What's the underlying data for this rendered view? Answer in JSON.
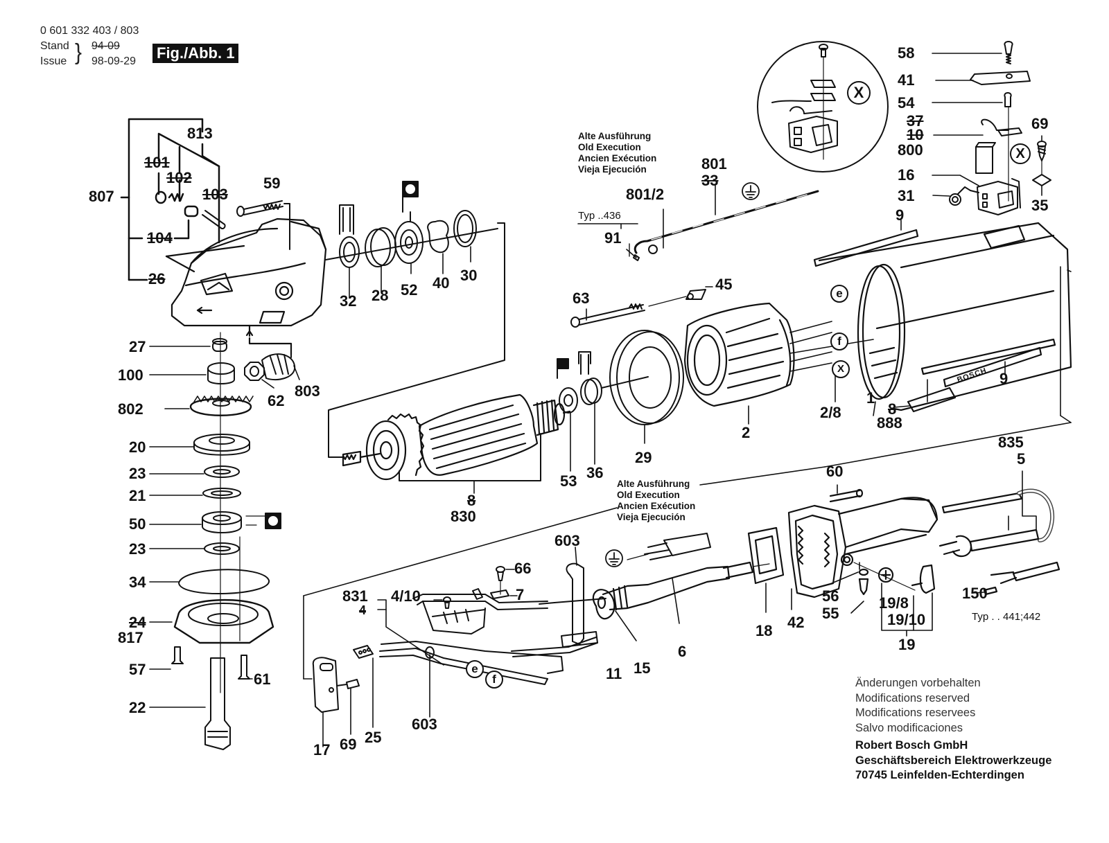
{
  "header": {
    "part_number": "0 601 332 403 / 803",
    "stand_label": "Stand",
    "issue_label": "Issue",
    "stand_date_old": "94-09",
    "issue_date": "98-09-29",
    "figure_label": "Fig./Abb. 1"
  },
  "old_execution_note": {
    "lines": [
      "Alte Ausführung",
      "Old Execution",
      "Ancien Exécution",
      "Vieja Ejecución"
    ]
  },
  "type_notes": {
    "typ_436": "Typ ..436",
    "typ_441_442": "Typ . . 441;442"
  },
  "symbols": {
    "x": "X",
    "e": "e",
    "f": "f",
    "ground": "earth-ground-symbol"
  },
  "parts": {
    "p813": "813",
    "p807": "807",
    "p101": "101",
    "p102": "102",
    "p103": "103",
    "p104": "104",
    "p26": "26",
    "p59": "59",
    "p32": "32",
    "p28": "28",
    "p52": "52",
    "p40": "40",
    "p30": "30",
    "p27": "27",
    "p100": "100",
    "p62": "62",
    "p803": "803",
    "p802": "802",
    "p20": "20",
    "p23a": "23",
    "p21": "21",
    "p50": "50",
    "p23b": "23",
    "p34": "34",
    "p24": "24",
    "p817": "817",
    "p57": "57",
    "p61": "61",
    "p22": "22",
    "p63": "63",
    "p45": "45",
    "p53": "53",
    "p36": "36",
    "p29": "29",
    "p2": "2",
    "p2_8": "2/8",
    "p1": "1",
    "p8": "8",
    "p888": "888",
    "p9a": "9",
    "p9b": "9",
    "p830": "830",
    "p830_old": "8",
    "p801": "801",
    "p33": "33",
    "p801_2": "801/2",
    "p91": "91",
    "p58": "58",
    "p41": "41",
    "p54": "54",
    "p37": "37",
    "p10": "10",
    "p800": "800",
    "p16": "16",
    "p31": "31",
    "p69a": "69",
    "p35": "35",
    "p835": "835",
    "p5": "5",
    "p60": "60",
    "p150": "150",
    "p603a": "603",
    "p66": "66",
    "p7": "7",
    "p831": "831",
    "p4_10": "4/10",
    "p4_old": "4",
    "p6": "6",
    "p15": "15",
    "p11": "11",
    "p18": "18",
    "p42": "42",
    "p56": "56",
    "p55": "55",
    "p19_8": "19/8",
    "p19_10": "19/10",
    "p19": "19",
    "p17": "17",
    "p69b": "69",
    "p25": "25",
    "p603b": "603"
  },
  "footer": {
    "lines": [
      "Änderungen vorbehalten",
      "Modifications reserved",
      "Modifications reservees",
      "Salvo modificaciones"
    ],
    "company": [
      "Robert Bosch GmbH",
      "Geschäftsbereich Elektrowerkzeuge",
      "70745 Leinfelden-Echterdingen"
    ]
  },
  "brand_on_housing": "BOSCH"
}
